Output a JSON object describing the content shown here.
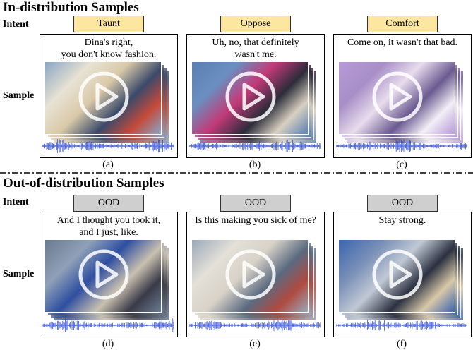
{
  "sections": {
    "ind_title": "In-distribution Samples",
    "ood_title": "Out-of-distribution Samples",
    "intent_label": "Intent",
    "sample_label": "Sample"
  },
  "ind_panels": [
    {
      "intent": "Taunt",
      "utterance": "Dina's right,\nyou don't know fashion.",
      "caption": "(a)"
    },
    {
      "intent": "Oppose",
      "utterance": "Uh, no, that definitely\nwasn't me.",
      "caption": "(b)"
    },
    {
      "intent": "Comfort",
      "utterance": "Come on, it wasn't that bad.",
      "caption": "(c)"
    }
  ],
  "ood_panels": [
    {
      "intent": "OOD",
      "utterance": "And I thought you took it,\nand I just, like.",
      "caption": "(d)"
    },
    {
      "intent": "OOD",
      "utterance": "Is this making you sick of me?",
      "caption": "(e)"
    },
    {
      "intent": "OOD",
      "utterance": "Stay strong.",
      "caption": "(f)"
    }
  ],
  "colors": {
    "ind_badge": "#fde6a0",
    "ood_badge": "#cfcfcf",
    "waveform": "#1f3fd8"
  },
  "icons": {
    "play": "play-button-icon"
  }
}
